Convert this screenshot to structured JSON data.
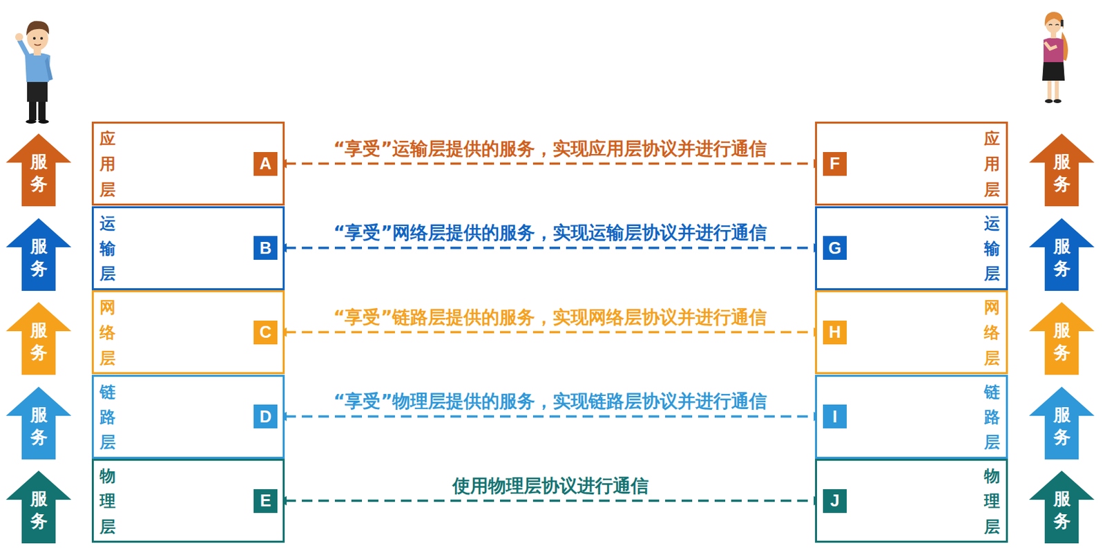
{
  "diagram": {
    "nodes": [
      {
        "text": [
          "服务"
        ]
      },
      {
        "text": [
          "应用层"
        ]
      },
      {
        "text": [
          "A"
        ],
        "in": 1
      },
      {
        "text": [
          "应用层"
        ]
      },
      {
        "text": [
          "F"
        ],
        "in": 3
      },
      {
        "text": [
          "服务"
        ]
      },
      {
        "text": [
          "服务"
        ]
      },
      {
        "text": [
          "运输层"
        ]
      },
      {
        "text": [
          "B"
        ],
        "in": 7
      },
      {
        "text": [
          "运输层"
        ]
      },
      {
        "text": [
          "G"
        ],
        "in": 9
      },
      {
        "text": [
          "服务"
        ]
      },
      {
        "text": [
          "服务"
        ]
      },
      {
        "text": [
          "网络层"
        ]
      },
      {
        "text": [
          "C"
        ],
        "in": 13
      },
      {
        "text": [
          "网络层"
        ]
      },
      {
        "text": [
          "H"
        ],
        "in": 15
      },
      {
        "text": [
          "服务"
        ]
      },
      {
        "text": [
          "服务"
        ]
      },
      {
        "text": [
          "链路层"
        ]
      },
      {
        "text": [
          "D"
        ],
        "in": 19
      },
      {
        "text": [
          "链路层"
        ]
      },
      {
        "text": [
          "I"
        ],
        "in": 21
      },
      {
        "text": [
          "服务"
        ]
      },
      {
        "text": [
          "服务"
        ]
      },
      {
        "text": [
          "物理层"
        ]
      },
      {
        "text": [
          "E"
        ],
        "in": 25
      },
      {
        "text": [
          "物理层"
        ]
      },
      {
        "text": [
          "J"
        ],
        "in": 27
      },
      {
        "text": [
          "服务"
        ]
      }
    ],
    "edges": [
      {
        "from": 2,
        "to": 4,
        "arrow": "both",
        "label": "“享受”运输层提供的服务，实现应用层协议并进行通信"
      },
      {
        "from": 8,
        "to": 10,
        "arrow": "both",
        "label": "“享受”网络层提供的服务，实现运输层协议并进行通信"
      },
      {
        "from": 14,
        "to": 16,
        "arrow": "both",
        "label": "“享受”链路层提供的服务，实现网络层协议并进行通信"
      },
      {
        "from": 20,
        "to": 22,
        "arrow": "both",
        "label": "“享受”物理层提供的服务，实现链路层协议并进行通信"
      },
      {
        "from": 26,
        "to": 28,
        "arrow": "both",
        "label": "使用物理层协议进行通信"
      }
    ]
  }
}
